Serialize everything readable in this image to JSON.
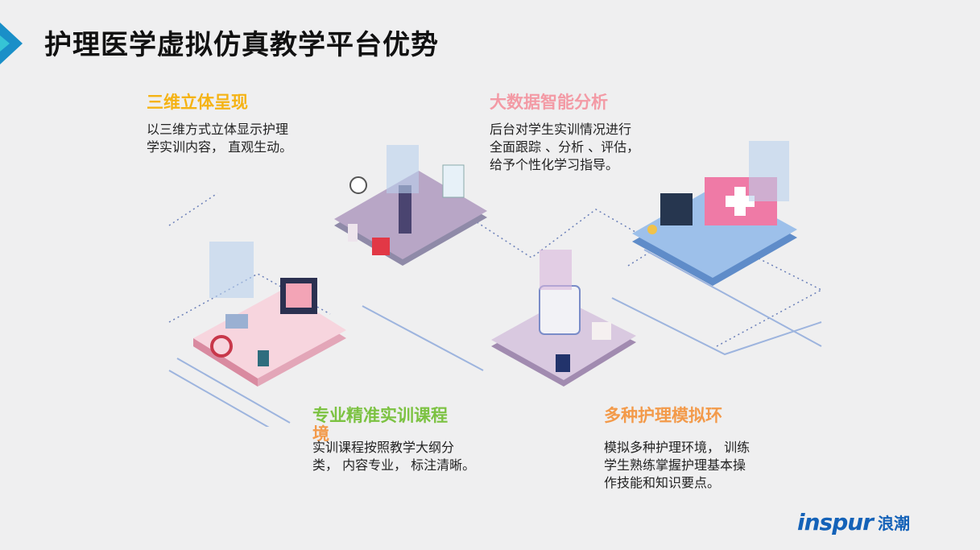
{
  "page": {
    "title": "护理医学虚拟仿真教学平台优势"
  },
  "features": [
    {
      "title": "三维立体呈现",
      "desc": [
        "以三维方式立体显示护理",
        "学实训内容， 直观生动。"
      ],
      "color": "#f5b314"
    },
    {
      "title": "大数据智能分析",
      "desc": [
        "后台对学生实训情况进行",
        "全面跟踪 、分析 、评估，",
        "给予个性化学习指导。"
      ],
      "color": "#f39aa5"
    },
    {
      "title": "专业精准实训课程",
      "title2": "境",
      "desc": [
        "实训课程按照教学大纲分",
        "类， 内容专业， 标注清晰。"
      ],
      "color": "#7cc242"
    },
    {
      "title": "多种护理模拟环",
      "desc": [
        "模拟多种护理环境， 训练",
        "学生熟练掌握护理基本操",
        "作技能和知识要点。"
      ],
      "color": "#f39a4a"
    }
  ],
  "logo": {
    "word": "inspur",
    "cn": "浪潮"
  },
  "colors": {
    "brand": "#1462b8",
    "accent": "#1a8fc8"
  }
}
